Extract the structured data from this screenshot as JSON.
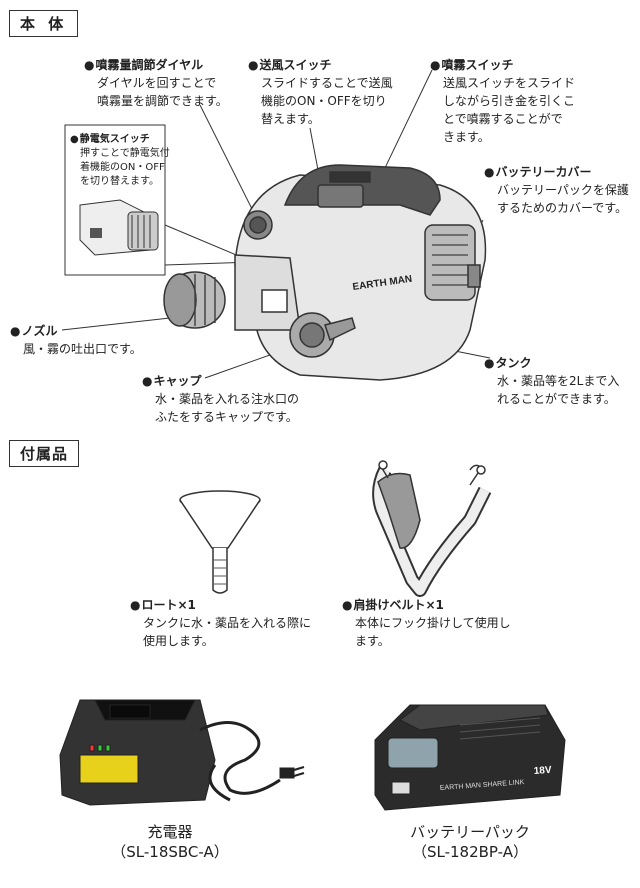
{
  "sections": {
    "main": "本 体",
    "accessories": "付属品"
  },
  "labels": {
    "dial": {
      "head": "噴霧量調節ダイヤル",
      "desc": "ダイヤルを回すことで\n噴霧量を調節できます。"
    },
    "fan_switch": {
      "head": "送風スイッチ",
      "desc": "スライドすることで送風\n機能のON・OFFを切り\n替えます。"
    },
    "spray_switch": {
      "head": "噴霧スイッチ",
      "desc": "送風スイッチをスライド\nしながら引き金を引くこ\nとで噴霧することがで\nきます。"
    },
    "static_switch": {
      "head": "静電気スイッチ",
      "desc": "押すことで静電気付\n着機能のON・OFF\nを切り替えます。"
    },
    "battery_cover": {
      "head": "バッテリーカバー",
      "desc": "バッテリーパックを保護\nするためのカバーです。"
    },
    "nozzle": {
      "head": "ノズル",
      "desc": "風・霧の吐出口です。"
    },
    "cap": {
      "head": "キャップ",
      "desc": "水・薬品を入れる注水口の\nふたをするキャップです。"
    },
    "tank": {
      "head": "タンク",
      "desc": "水・薬品等を2Lまで入\nれることができます。"
    },
    "funnel": {
      "head": "ロート×1",
      "desc": "タンクに水・薬品を入れる際に\n使用します。"
    },
    "belt": {
      "head": "肩掛けベルト×1",
      "desc": "本体にフック掛けして使用し\nます。"
    }
  },
  "device_brand": "EARTH MAN",
  "battery_brand": "EARTH MAN SHARE LINK",
  "battery_voltage": "18V",
  "charger": {
    "name": "充電器",
    "model": "（SL-18SBC-A）"
  },
  "battery": {
    "name": "バッテリーパック",
    "model": "（SL-182BP-A）"
  }
}
